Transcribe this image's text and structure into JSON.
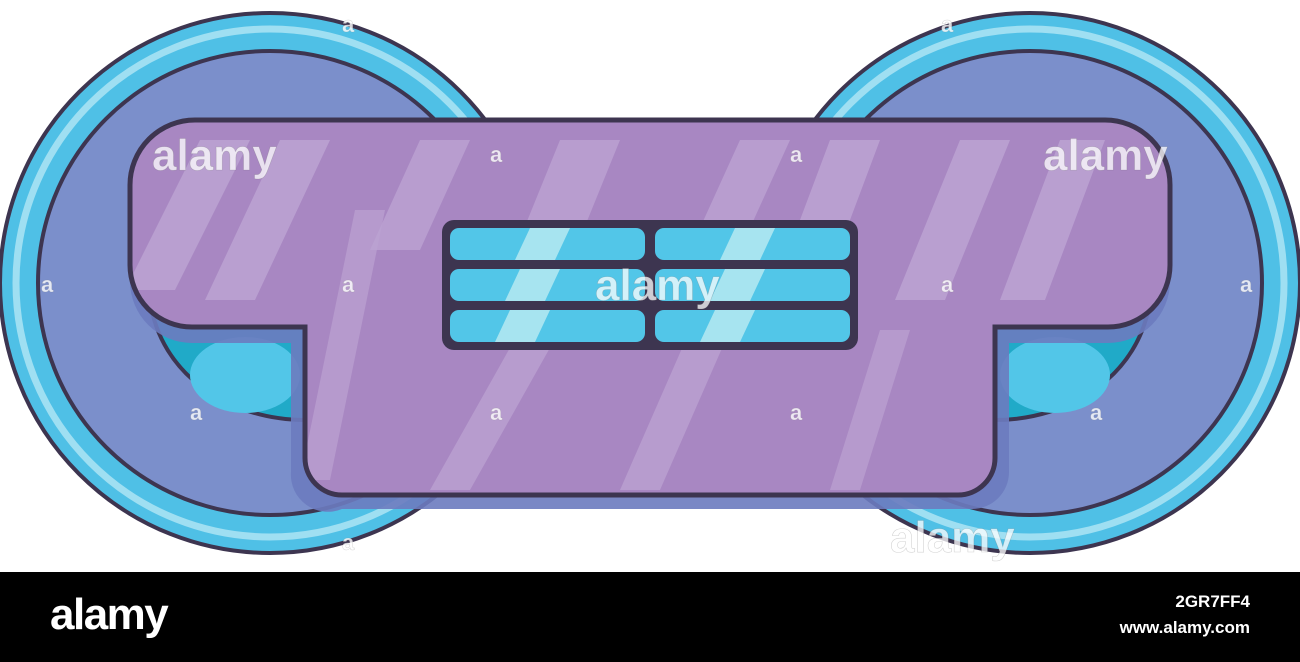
{
  "image": {
    "subject_icon": "cartoon-game-controller-icon",
    "colors": {
      "outline": "#3d3550",
      "ring_outer": "#4fc0e6",
      "ring_highlight": "#9fdff2",
      "disc": "#7b8fcb",
      "disc_shadow": "#6b7bbf",
      "body": "#a887c2",
      "body_shadow": "#8f74b5",
      "body_stripe": "#bca3d2",
      "grip_dark": "#20aac8",
      "grip_light": "#52c6e8",
      "vent_fill": "#52c6e8",
      "vent_highlight": "#a7e4f0",
      "footer_background": "#000000",
      "footer_text": "#ffffff"
    },
    "watermark_text": "alamy",
    "watermark_mark": "a"
  },
  "footer": {
    "logo": "alamy",
    "image_id": "2GR7FF4",
    "url": "www.alamy.com"
  }
}
